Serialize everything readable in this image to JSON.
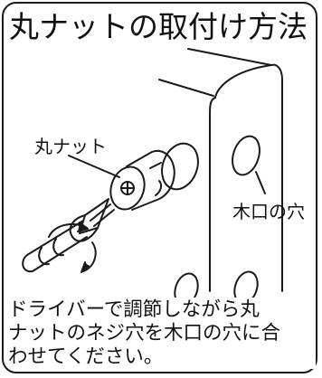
{
  "title": "丸ナットの取付け方法",
  "labels": {
    "nut": "丸ナット",
    "wood_hole": "木口の穴"
  },
  "instructions": {
    "line1": "ドライバーで調節しながら丸",
    "line2": "ナットのネジ穴を木口の穴に合",
    "line3": "わせてください。"
  }
}
